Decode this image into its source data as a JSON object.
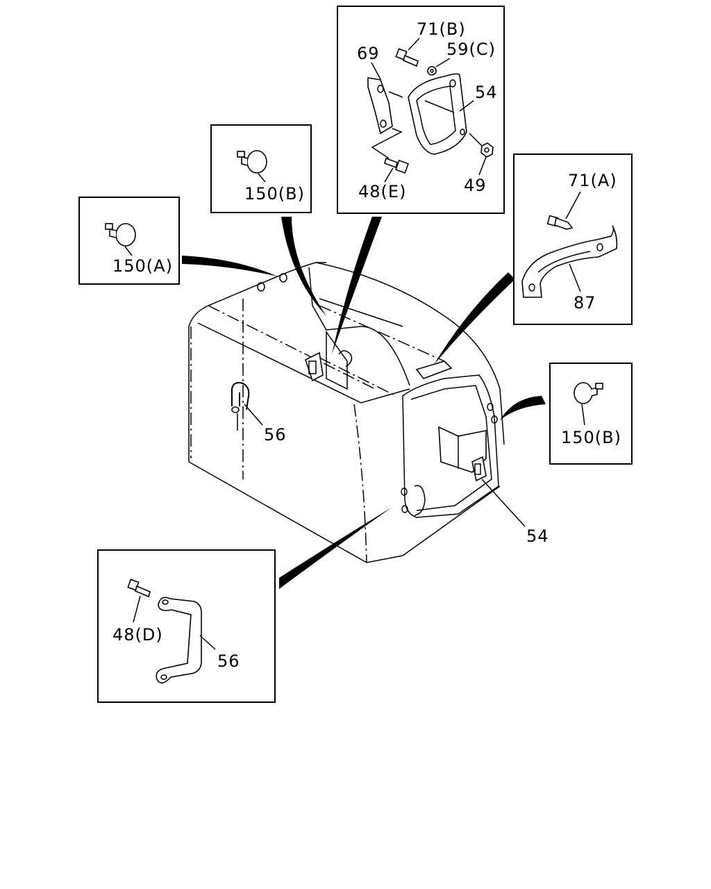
{
  "labels": {
    "clip_150a": "150(A)",
    "clip_150b_top": "150(B)",
    "clip_150b_right": "150(B)",
    "bolt_71b": "71(B)",
    "washer_59c": "59(C)",
    "bracket_69": "69",
    "bracket_54_inset": "54",
    "bolt_48e": "48(E)",
    "nut_49": "49",
    "screw_71a": "71(A)",
    "strap_87": "87",
    "handle_56_body": "56",
    "bracket_54_body": "54",
    "bolt_48d": "48(D)",
    "strap_56_inset": "56"
  }
}
